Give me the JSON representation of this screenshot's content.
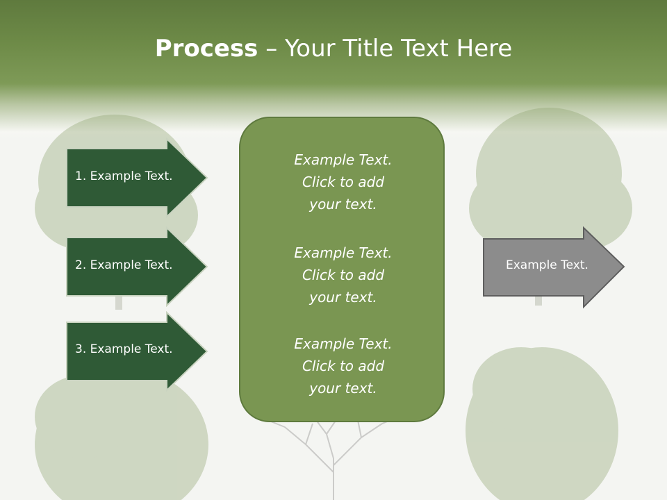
{
  "title": {
    "bold": "Process",
    "rest": " – Your Title Text Here"
  },
  "left_arrows": [
    {
      "label": "1. Example Text."
    },
    {
      "label": "2. Example Text."
    },
    {
      "label": "3. Example Text."
    }
  ],
  "center_blocks": [
    {
      "line1": "Example Text.",
      "line2": "Click  to add",
      "line3": "your text."
    },
    {
      "line1": "Example Text.",
      "line2": "Click  to add",
      "line3": "your text."
    },
    {
      "line1": "Example Text.",
      "line2": "Click  to add",
      "line3": "your text."
    }
  ],
  "right_arrow": {
    "label": "Example Text."
  },
  "colors": {
    "header": "#6d8a47",
    "arrow_fill": "#2f5a36",
    "center_box": "#7a9652",
    "right_arrow_fill": "#8c8c8c"
  }
}
